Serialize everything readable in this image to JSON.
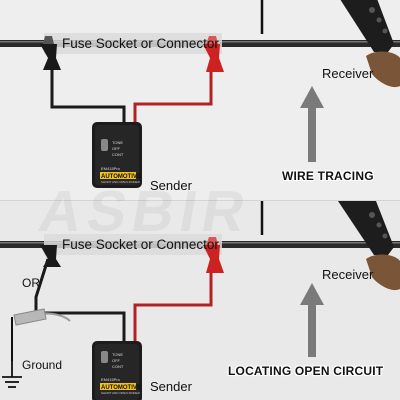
{
  "labels": {
    "fuse_socket": "Fuse Socket or Connector",
    "receiver": "Receiver",
    "sender": "Sender",
    "or": "OR",
    "ground": "Ground",
    "wire_tracing": "WIRE TRACING",
    "locating_open_circuit": "LOCATING OPEN CIRCUIT",
    "watermark": "ASBIR"
  },
  "device": {
    "switch_labels": [
      "TONE",
      "OFF",
      "CONT"
    ],
    "brand": "AUTOMOTIVE",
    "model": "EM415Pro",
    "subtitle": "SHORT AND OPEN FINDER"
  },
  "colors": {
    "red_clip": "#cc2222",
    "black_clip": "#1a1a1a",
    "arrow": "#7a7a7a",
    "wire": "#2a2a2a",
    "connector_highlight": "#dadada"
  }
}
